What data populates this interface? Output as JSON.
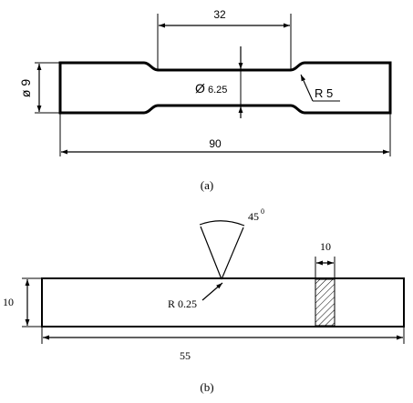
{
  "figure_a": {
    "dims": {
      "grip_length": "32",
      "total_length": "90",
      "end_diameter": "ø 9",
      "gauge_diameter_symbol": "Ø",
      "gauge_diameter_value": "6.25",
      "fillet_radius": "R 5"
    },
    "caption": "(a)"
  },
  "figure_b": {
    "dims": {
      "notch_angle": "45",
      "notch_angle_unit": "0",
      "notch_radius": "R 0.25",
      "height": "10",
      "hatch_width": "10",
      "length": "55"
    },
    "caption": "(b)"
  }
}
